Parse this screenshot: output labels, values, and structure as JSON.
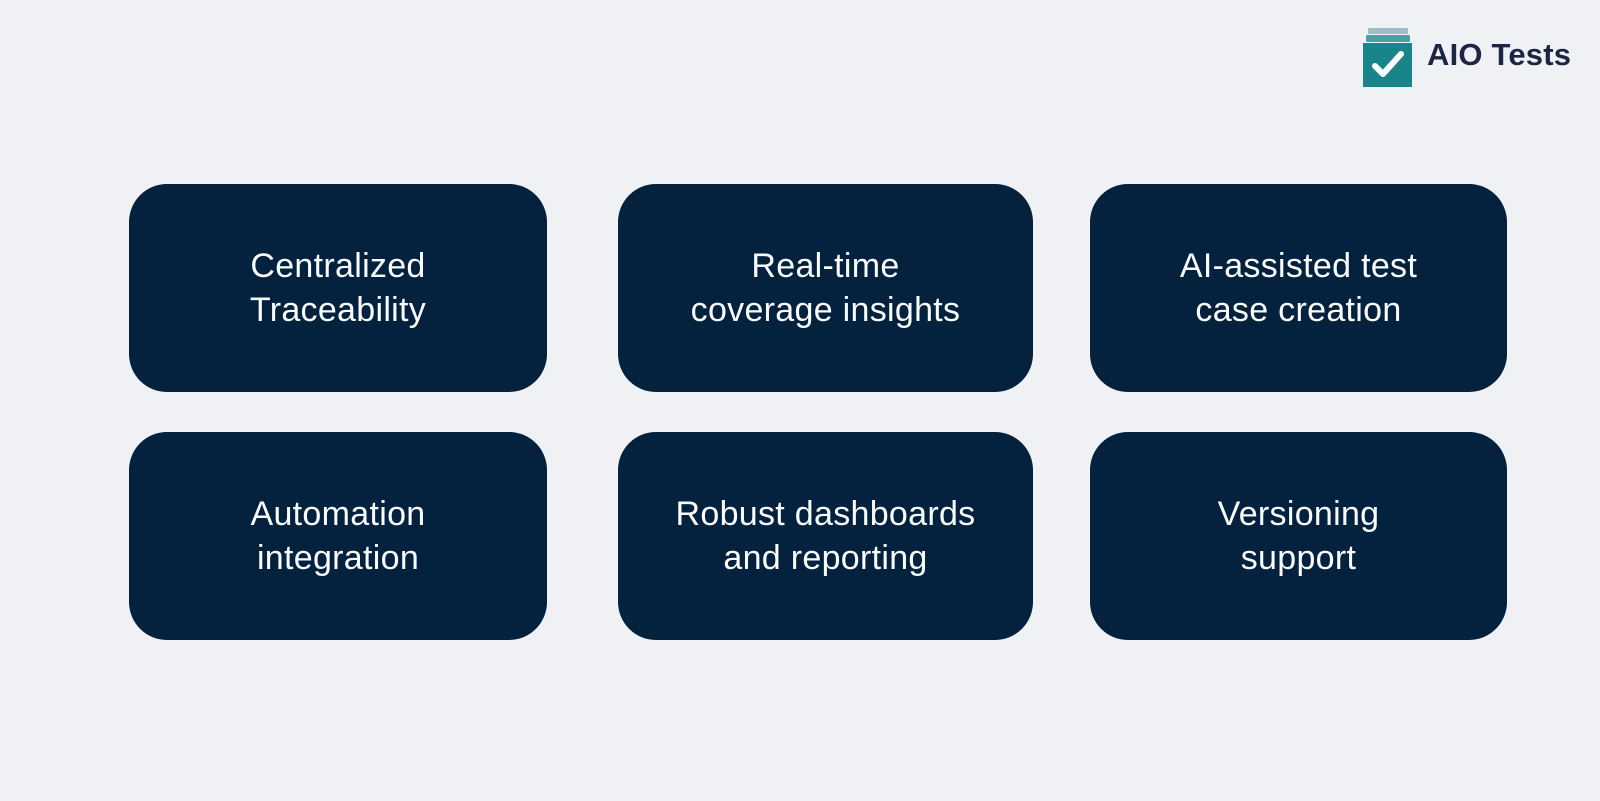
{
  "brand": {
    "name": "AIO Tests",
    "icon": "aio-tests-checkmark-stack-icon"
  },
  "cards": [
    {
      "label": "Centralized Traceability",
      "line1": "Centralized",
      "line2": "Traceability"
    },
    {
      "label": "Real-time coverage insights",
      "line1": "Real-time",
      "line2": "coverage insights"
    },
    {
      "label": "AI-assisted test case creation",
      "line1": "AI-assisted test",
      "line2": "case creation"
    },
    {
      "label": "Automation integration",
      "line1": "Automation",
      "line2": "integration"
    },
    {
      "label": "Robust dashboards and reporting",
      "line1": "Robust dashboards",
      "line2": "and reporting"
    },
    {
      "label": "Versioning support",
      "line1": "Versioning",
      "line2": "support"
    }
  ],
  "colors": {
    "background": "#f0f1f4",
    "card_background": "#04213e",
    "card_text": "#fafbfc",
    "brand_text": "#1c2545",
    "brand_teal": "#18858b",
    "brand_teal_light": "#4d9fa6",
    "brand_teal_pale": "#a2bac1"
  }
}
